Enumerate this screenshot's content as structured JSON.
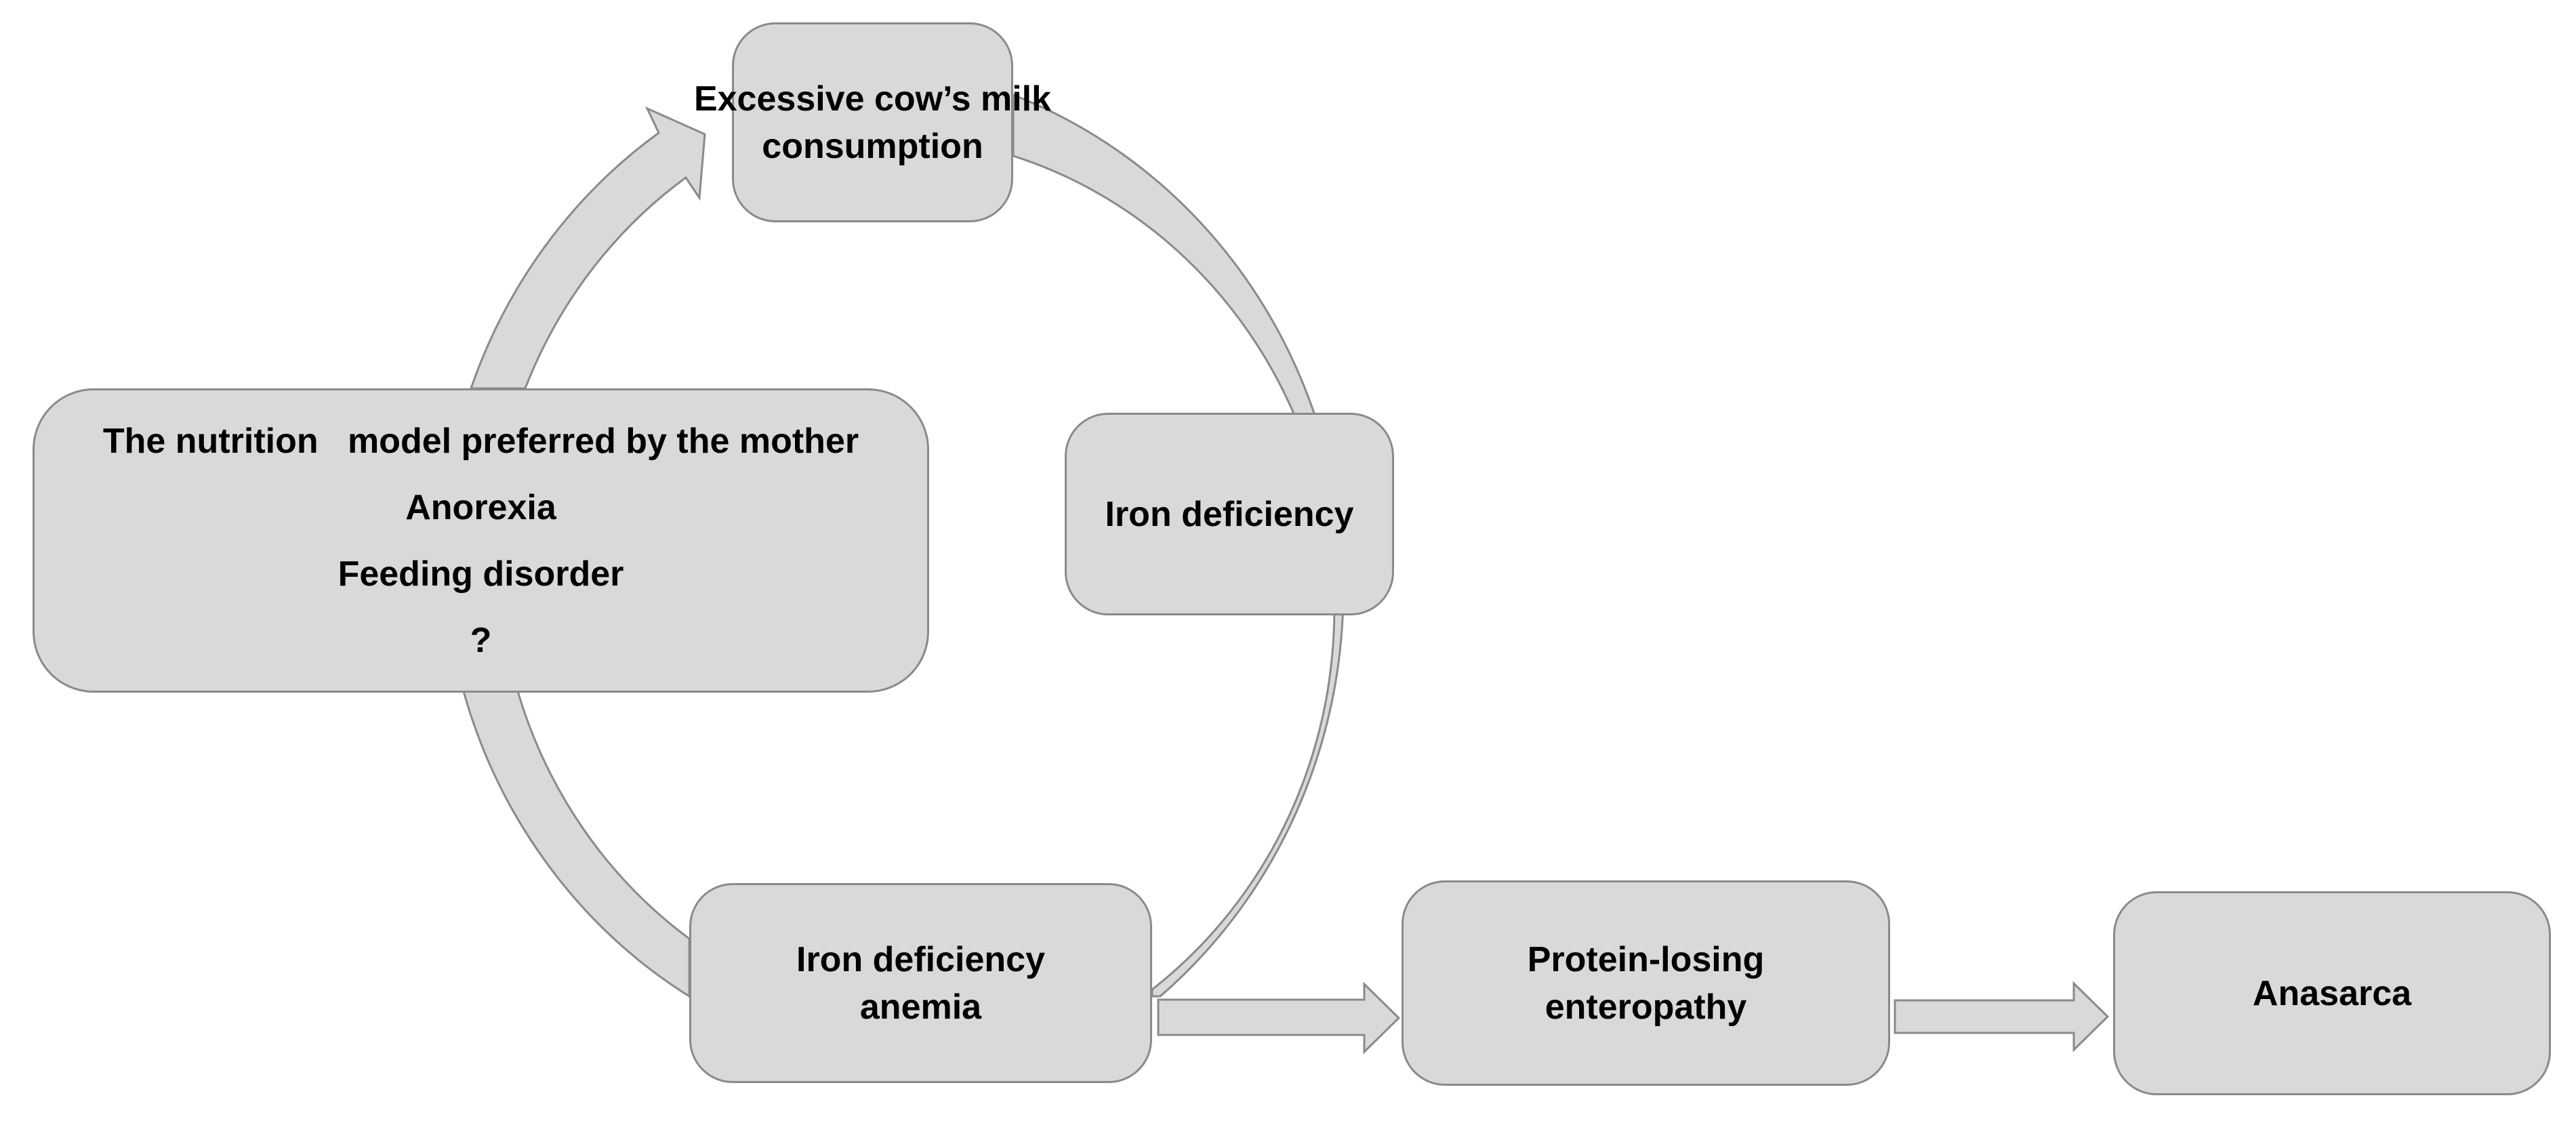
{
  "diagram": {
    "type": "cycle-flow",
    "colors": {
      "fill": "#d9d9d9",
      "stroke": "#8a8a8a",
      "text": "#000000",
      "background": "#ffffff"
    },
    "nodes": {
      "milk": {
        "lines": [
          "Excessive cow’s milk",
          "consumption"
        ]
      },
      "iron_deficiency": {
        "lines": [
          "Iron deficiency"
        ]
      },
      "anemia": {
        "lines": [
          "Iron deficiency",
          "anemia"
        ]
      },
      "causes": {
        "lines": [
          "The nutrition   model preferred by the mother",
          "Anorexia",
          "Feeding disorder",
          "?"
        ]
      },
      "ple": {
        "lines": [
          "Protein-losing",
          "enteropathy"
        ]
      },
      "anasarca": {
        "lines": [
          "Anasarca"
        ]
      }
    },
    "edges": [
      {
        "from": "Excessive cow’s milk consumption",
        "to": "Iron deficiency",
        "style": "curved-cycle"
      },
      {
        "from": "Iron deficiency",
        "to": "Iron deficiency anemia",
        "style": "curved-cycle"
      },
      {
        "from": "Iron deficiency anemia",
        "to": "The nutrition model preferred by the mother / Anorexia / Feeding disorder / ?",
        "style": "curved-cycle"
      },
      {
        "from": "The nutrition model preferred by the mother / Anorexia / Feeding disorder / ?",
        "to": "Excessive cow’s milk consumption",
        "style": "curved-arrow"
      },
      {
        "from": "Iron deficiency anemia",
        "to": "Protein-losing enteropathy",
        "style": "block-arrow"
      },
      {
        "from": "Protein-losing enteropathy",
        "to": "Anasarca",
        "style": "block-arrow"
      }
    ]
  }
}
